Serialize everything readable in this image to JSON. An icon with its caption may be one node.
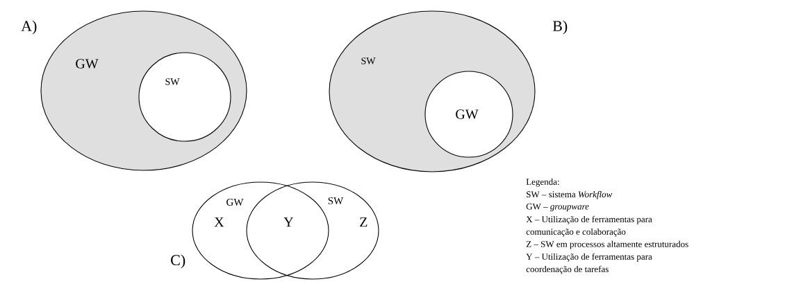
{
  "diagram": {
    "nodes": [
      {
        "text": [
          "GW"
        ]
      },
      {
        "text": [
          "SW"
        ],
        "in": 0
      },
      {
        "text": [
          "SW"
        ]
      },
      {
        "text": [
          "GW"
        ],
        "in": 2
      },
      {
        "text": [
          "GW"
        ]
      },
      {
        "text": [
          "SW"
        ]
      }
    ],
    "edges": [],
    "labels": [
      "A)",
      "B)",
      "C)",
      "X",
      "Y",
      "Z",
      "Legenda:",
      "SW – sistema *Workflow*",
      "GW – *groupware*",
      "X – Utilização de ferramentas para comunicação e colaboração",
      "Z – SW em processos altamente estruturados",
      "Y – Utilização de ferramentas para coordenação de tarefas"
    ]
  }
}
